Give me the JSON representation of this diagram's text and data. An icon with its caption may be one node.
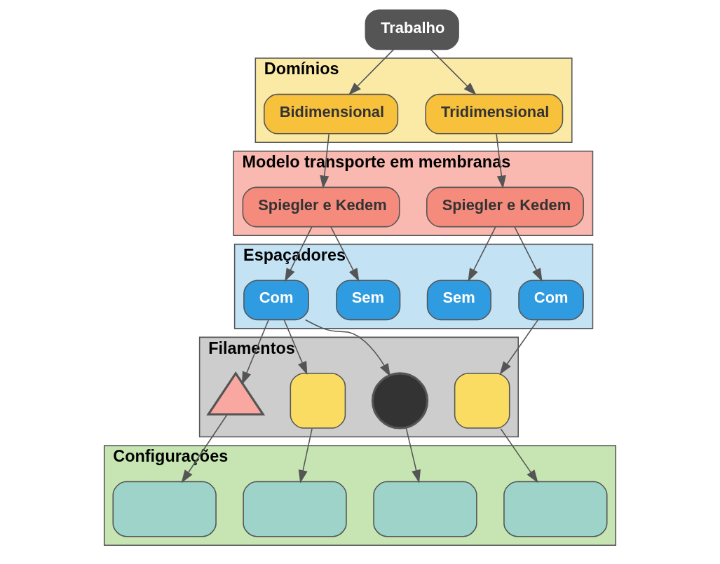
{
  "diagram": {
    "nodes": [
      {
        "text": [
          "Trabalho"
        ]
      },
      {
        "text": [
          "Domínios"
        ]
      },
      {
        "text": [
          "Bidimensional"
        ],
        "in": 1
      },
      {
        "text": [
          "Tridimensional"
        ],
        "in": 1
      },
      {
        "text": [
          "Modelo transporte em membranas"
        ]
      },
      {
        "text": [
          "Spiegler e Kedem"
        ],
        "in": 4
      },
      {
        "text": [
          "Spiegler e Kedem"
        ],
        "in": 4
      },
      {
        "text": [
          "Espaçadores"
        ]
      },
      {
        "text": [
          "Com"
        ],
        "in": 7
      },
      {
        "text": [
          "Sem"
        ],
        "in": 7
      },
      {
        "text": [
          "Sem"
        ],
        "in": 7
      },
      {
        "text": [
          "Com"
        ],
        "in": 7
      },
      {
        "text": [
          "Filamentos"
        ]
      },
      {
        "text": [],
        "shape": "triangle",
        "in": 12
      },
      {
        "text": [],
        "shape": "square",
        "in": 12
      },
      {
        "text": [],
        "shape": "circle",
        "in": 12
      },
      {
        "text": [],
        "shape": "square",
        "in": 12
      },
      {
        "text": [
          "Configurações"
        ]
      },
      {
        "text": [],
        "shape": "box",
        "in": 17
      },
      {
        "text": [],
        "shape": "box",
        "in": 17
      },
      {
        "text": [],
        "shape": "box",
        "in": 17
      },
      {
        "text": [],
        "shape": "box",
        "in": 17
      }
    ],
    "edges": [
      {
        "from": 0,
        "to": 2,
        "arrow": "to"
      },
      {
        "from": 0,
        "to": 3,
        "arrow": "to"
      },
      {
        "from": 2,
        "to": 5,
        "arrow": "to"
      },
      {
        "from": 3,
        "to": 6,
        "arrow": "to"
      },
      {
        "from": 5,
        "to": 8,
        "arrow": "to"
      },
      {
        "from": 5,
        "to": 9,
        "arrow": "to"
      },
      {
        "from": 6,
        "to": 10,
        "arrow": "to"
      },
      {
        "from": 6,
        "to": 11,
        "arrow": "to"
      },
      {
        "from": 8,
        "to": 13,
        "arrow": "to"
      },
      {
        "from": 8,
        "to": 14,
        "arrow": "to"
      },
      {
        "from": 8,
        "to": 15,
        "arrow": "to"
      },
      {
        "from": 11,
        "to": 16,
        "arrow": "to"
      },
      {
        "from": 13,
        "to": 18,
        "arrow": "to"
      },
      {
        "from": 14,
        "to": 19,
        "arrow": "to"
      },
      {
        "from": 15,
        "to": 20,
        "arrow": "to"
      },
      {
        "from": 16,
        "to": 21,
        "arrow": "to"
      }
    ]
  }
}
